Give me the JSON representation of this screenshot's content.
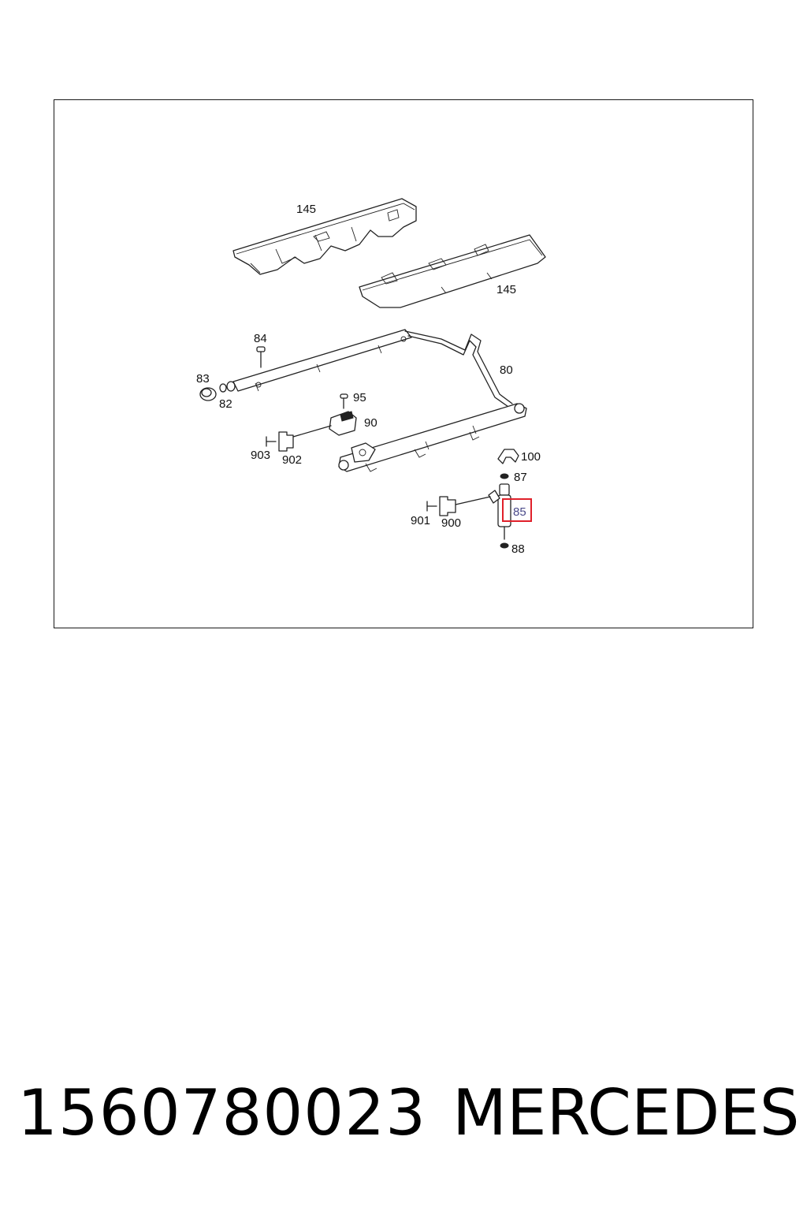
{
  "callouts": {
    "c145a": "145",
    "c145b": "145",
    "c84": "84",
    "c83": "83",
    "c82": "82",
    "c80": "80",
    "c95": "95",
    "c90": "90",
    "c903": "903",
    "c902": "902",
    "c100": "100",
    "c87": "87",
    "c85": "85",
    "c901": "901",
    "c900": "900",
    "c88": "88"
  },
  "highlight": {
    "label": "85",
    "color": "#e0202a"
  },
  "footer": {
    "part_number": "1560780023",
    "brand": "MERCEDES"
  }
}
